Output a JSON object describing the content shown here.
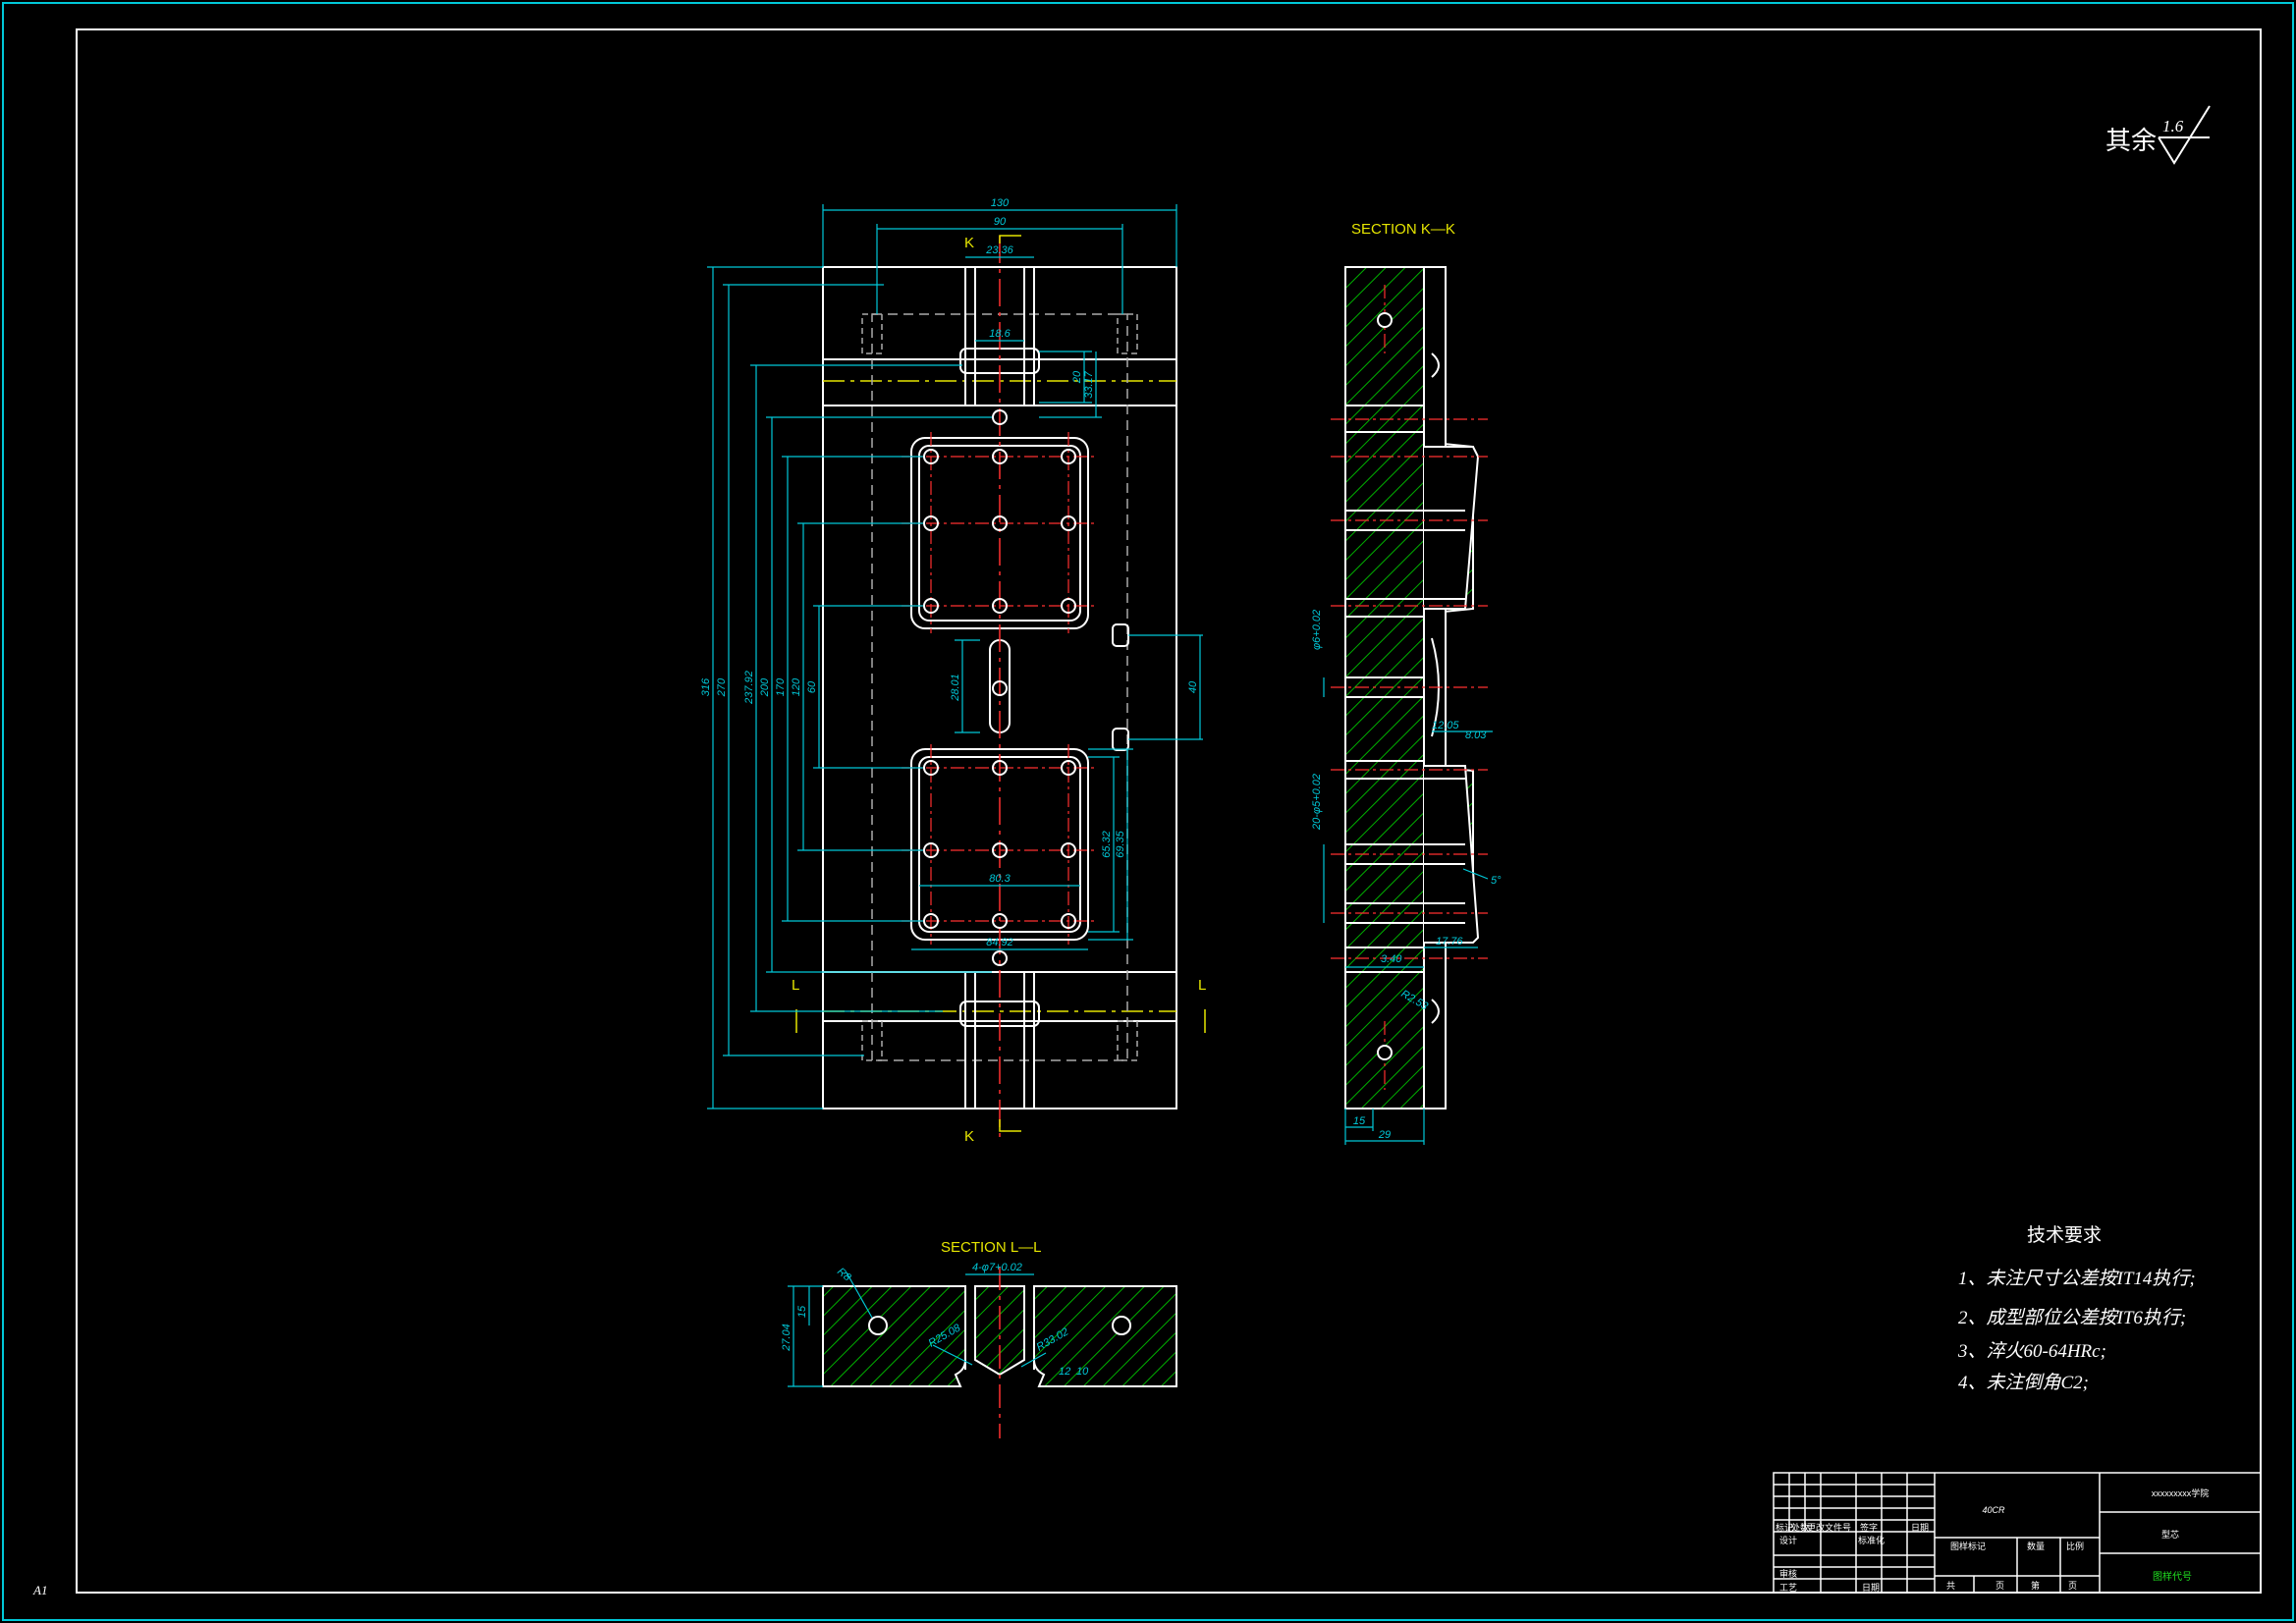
{
  "sheet": {
    "size_label": "A1",
    "roughness_prefix": "其余",
    "roughness_value": "1.6"
  },
  "sections": {
    "k_title": "SECTION K—K",
    "l_title": "SECTION L—L",
    "k_marker": "K",
    "l_marker": "L"
  },
  "dimensions": {
    "main": {
      "w130": "130",
      "w90": "90",
      "w2336": "23.36",
      "w186": "18.6",
      "v20": "20",
      "v3317": "33.17",
      "h40": "40",
      "v2801": "28.01",
      "w803": "80.3",
      "w8492": "84.92",
      "v6532": "65.32",
      "v6935": "69.35",
      "h316": "316",
      "h270": "270",
      "h23792": "237.92",
      "h200": "200",
      "h170": "170",
      "h120": "120",
      "h60": "60"
    },
    "k": {
      "d1": "φ6+0.02",
      "d2": "12.05",
      "d3": "8.03",
      "d4": "20-φ5+0.02",
      "d5": "5°",
      "d6": "17.76",
      "d7": "3.40",
      "d8": "R2.53",
      "d9": "15",
      "d10": "29"
    },
    "l": {
      "d1": "4-φ7+0.02",
      "d2": "R8",
      "d3": "15",
      "d4": "27.04",
      "d5": "R25.08",
      "d6": "R33.02",
      "d7": "12",
      "d8": "10"
    }
  },
  "tech_req": {
    "title": "技术要求",
    "items": [
      "1、未注尺寸公差按IT14执行;",
      "2、成型部位公差按IT6执行;",
      "3、淬火60-64HRc;",
      "4、未注倒角C2;"
    ]
  },
  "title_block": {
    "material": "40CR",
    "school": "xxxxxxxxx学院",
    "part_name": "型芯",
    "drawing_no": "图样代号",
    "row_headers": [
      "标记",
      "处数",
      "更改文件号",
      "签字",
      "日期"
    ],
    "designer": "设计",
    "standardization": "标准化",
    "review": "审核",
    "process": "工艺",
    "date": "日期",
    "stage_mark": "图样标记",
    "quantity": "数量",
    "ratio": "比例",
    "total": "共",
    "sheet": "页",
    "page": "第",
    "page_suffix": "页"
  }
}
